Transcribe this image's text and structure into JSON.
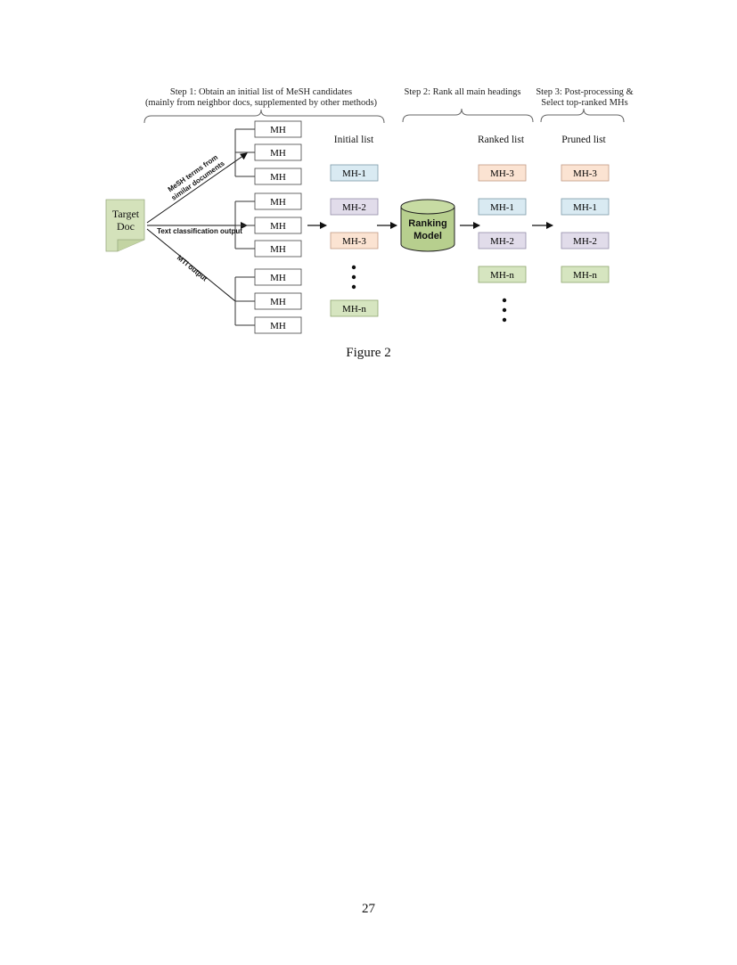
{
  "figure": {
    "step1": {
      "line1": "Step 1: Obtain an initial list of MeSH candidates",
      "line2": "(mainly from neighbor docs, supplemented by other methods)"
    },
    "step2": {
      "line1": "Step 2: Rank all main headings"
    },
    "step3": {
      "line1": "Step 3: Post-processing &",
      "line2": "Select top-ranked MHs"
    },
    "target_doc": {
      "line1": "Target",
      "line2": "Doc"
    },
    "branches": {
      "mesh_line1": "MeSH terms from",
      "mesh_line2": "similar documents",
      "text_classification": "Text classification output",
      "mti": "MTI output"
    },
    "candidate_label": "MH",
    "lists": {
      "initial": {
        "title": "Initial list",
        "items": [
          "MH-1",
          "MH-2",
          "MH-3",
          "MH-n"
        ]
      },
      "ranked": {
        "title": "Ranked list",
        "items": [
          "MH-3",
          "MH-1",
          "MH-2",
          "MH-n"
        ]
      },
      "pruned": {
        "title": "Pruned list",
        "items": [
          "MH-3",
          "MH-1",
          "MH-2",
          "MH-n"
        ]
      }
    },
    "ranking_model": {
      "line1": "Ranking",
      "line2": "Model"
    },
    "colors": {
      "blue": "#d9eaf2",
      "purple": "#e1dcea",
      "orange": "#fbe3d2",
      "green": "#d6e5c0",
      "doc_green": "#d4e2bb",
      "cylinder_green": "#b7cf8e"
    }
  },
  "caption": "Figure 2",
  "page_number": "27"
}
